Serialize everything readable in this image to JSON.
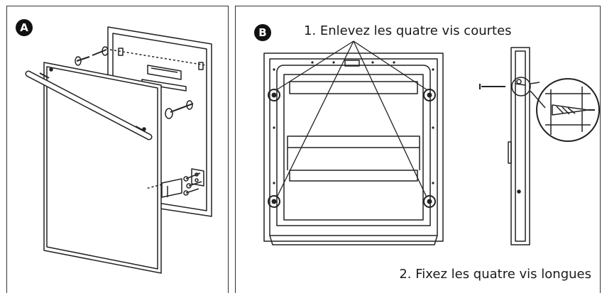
{
  "panel_a": {
    "badge": "A"
  },
  "panel_b": {
    "badge": "B",
    "step_1": "1. Enlevez les quatre vis courtes",
    "step_2": "2. Fixez les quatre vis longues"
  }
}
